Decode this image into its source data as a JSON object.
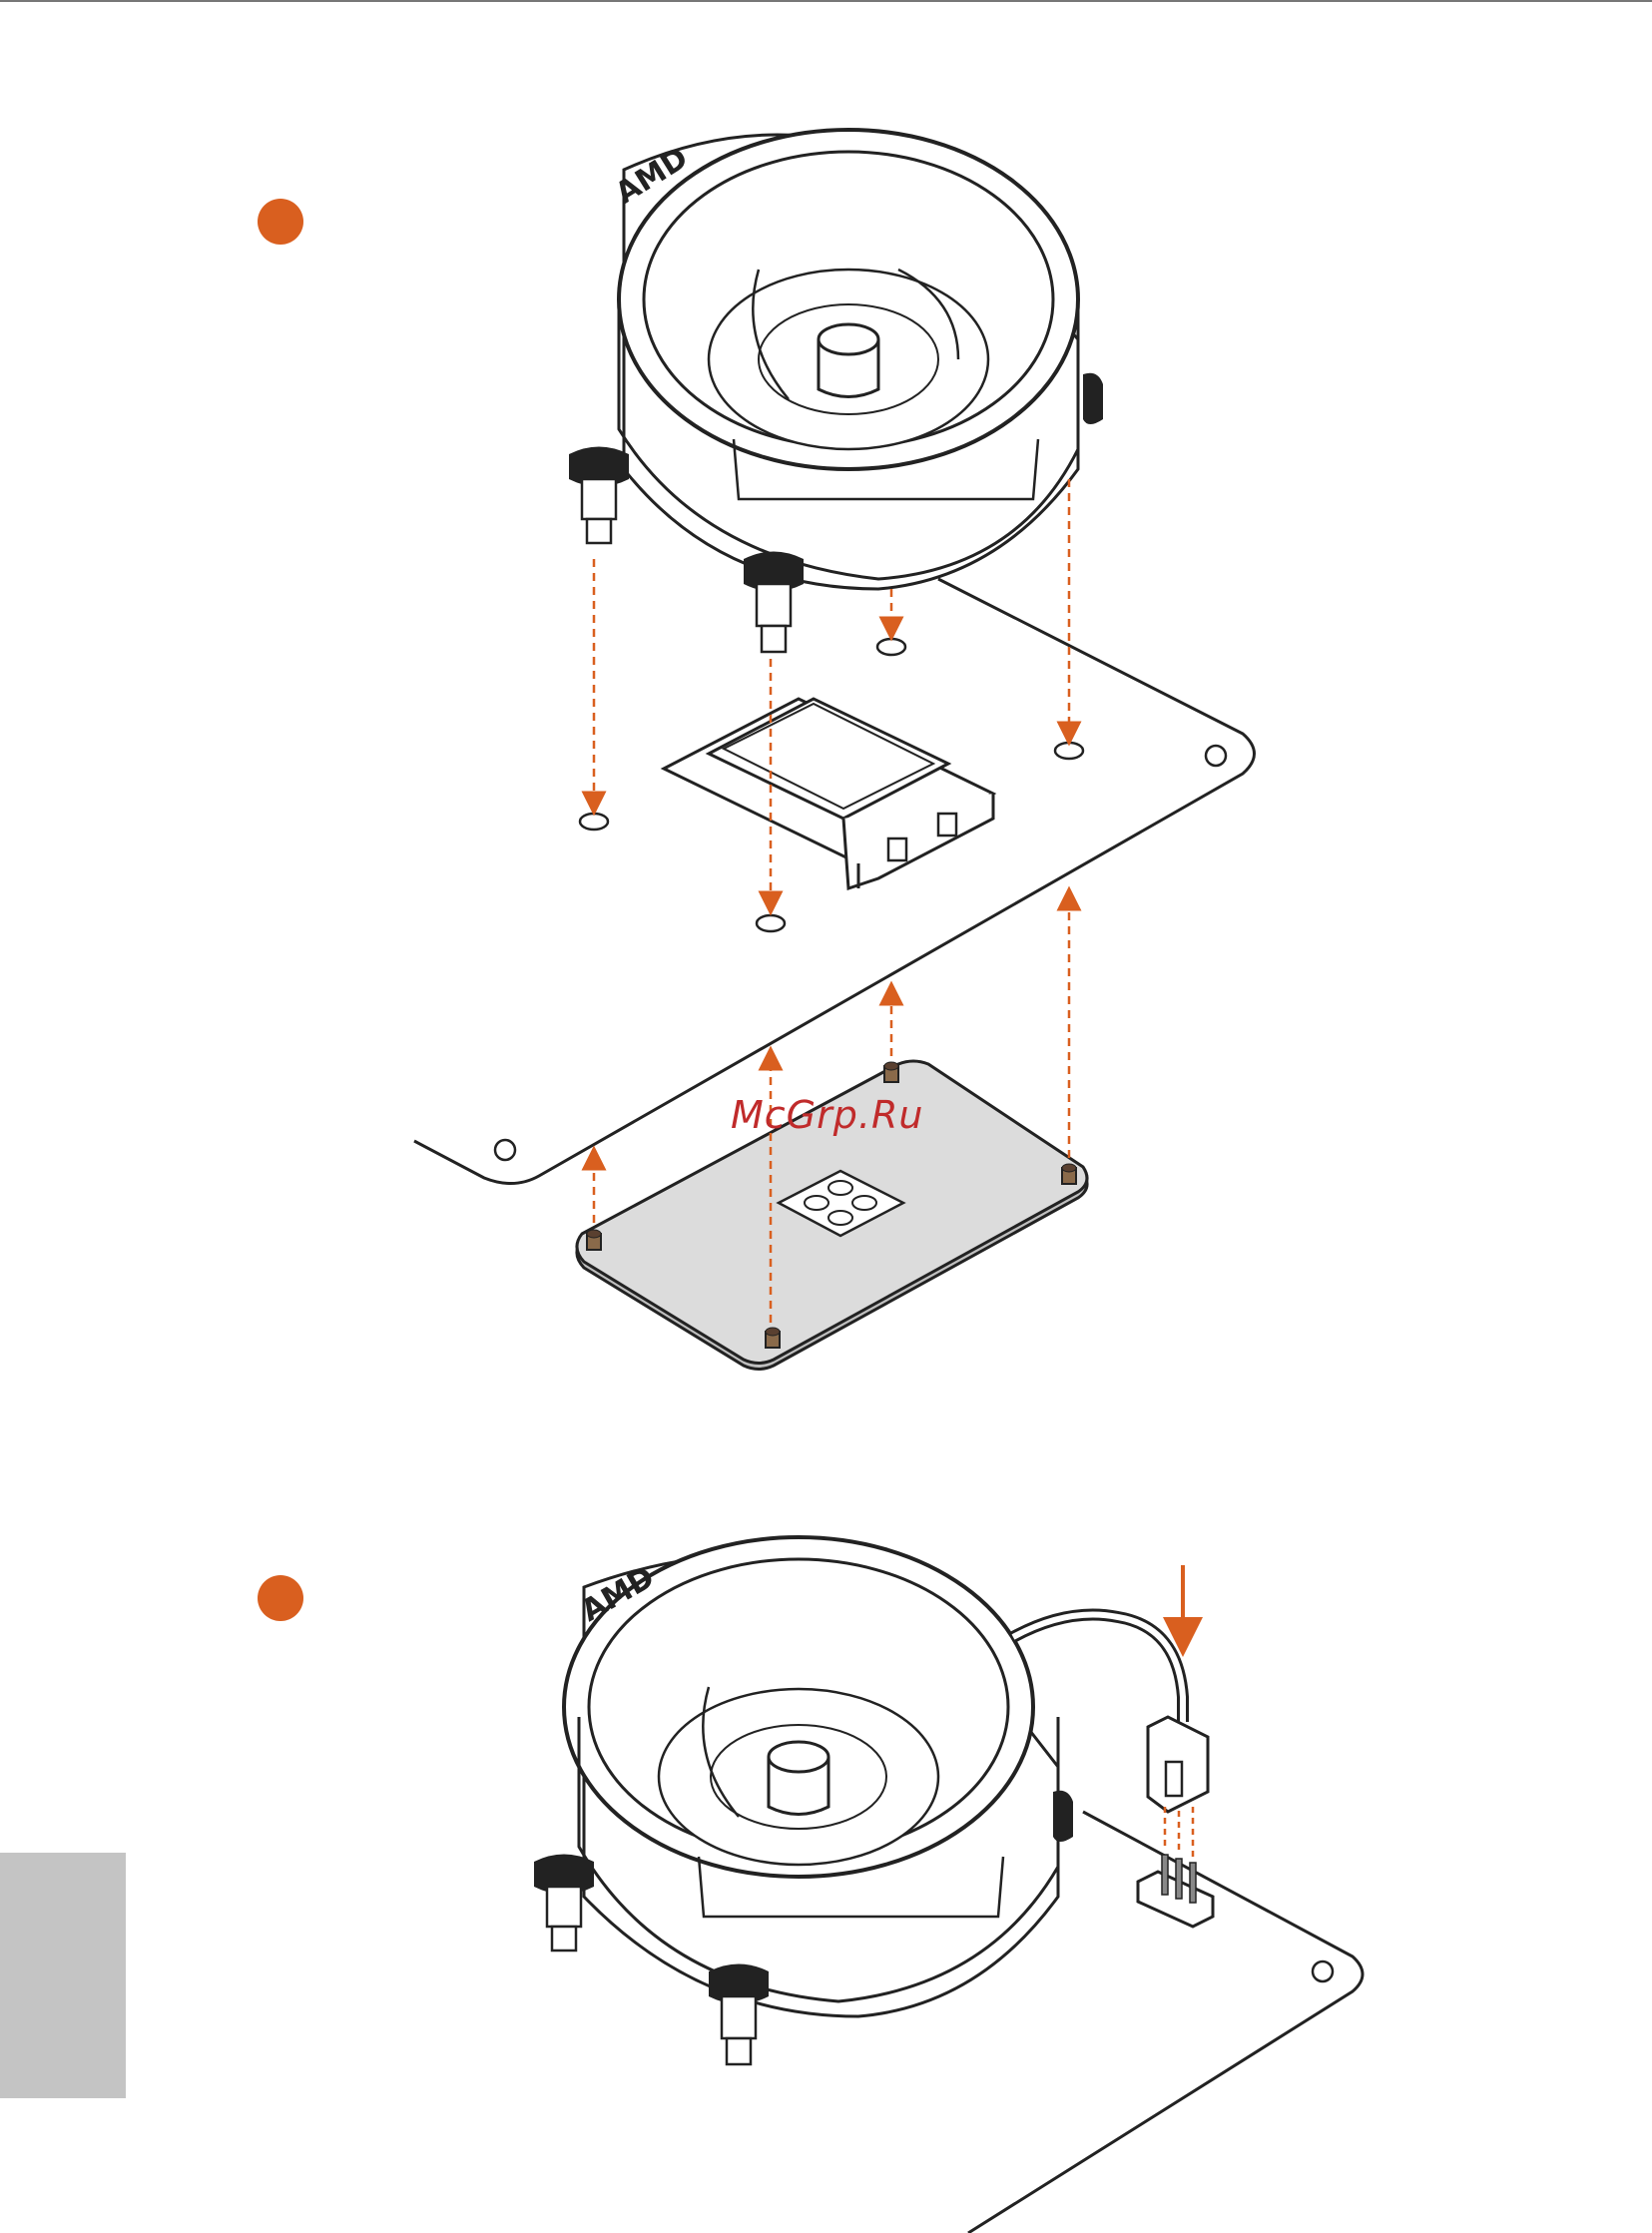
{
  "colors": {
    "accent": "#d95f1f",
    "line": "#222222",
    "fill_gray": "#d9d9d9",
    "side_tab": "#c4c4c4",
    "watermark": "#c02b2b"
  },
  "heatsink_label": "AMD",
  "watermark": "McGrp.Ru",
  "steps": [
    {
      "marker": "orange-circle"
    },
    {
      "marker": "orange-circle"
    }
  ]
}
